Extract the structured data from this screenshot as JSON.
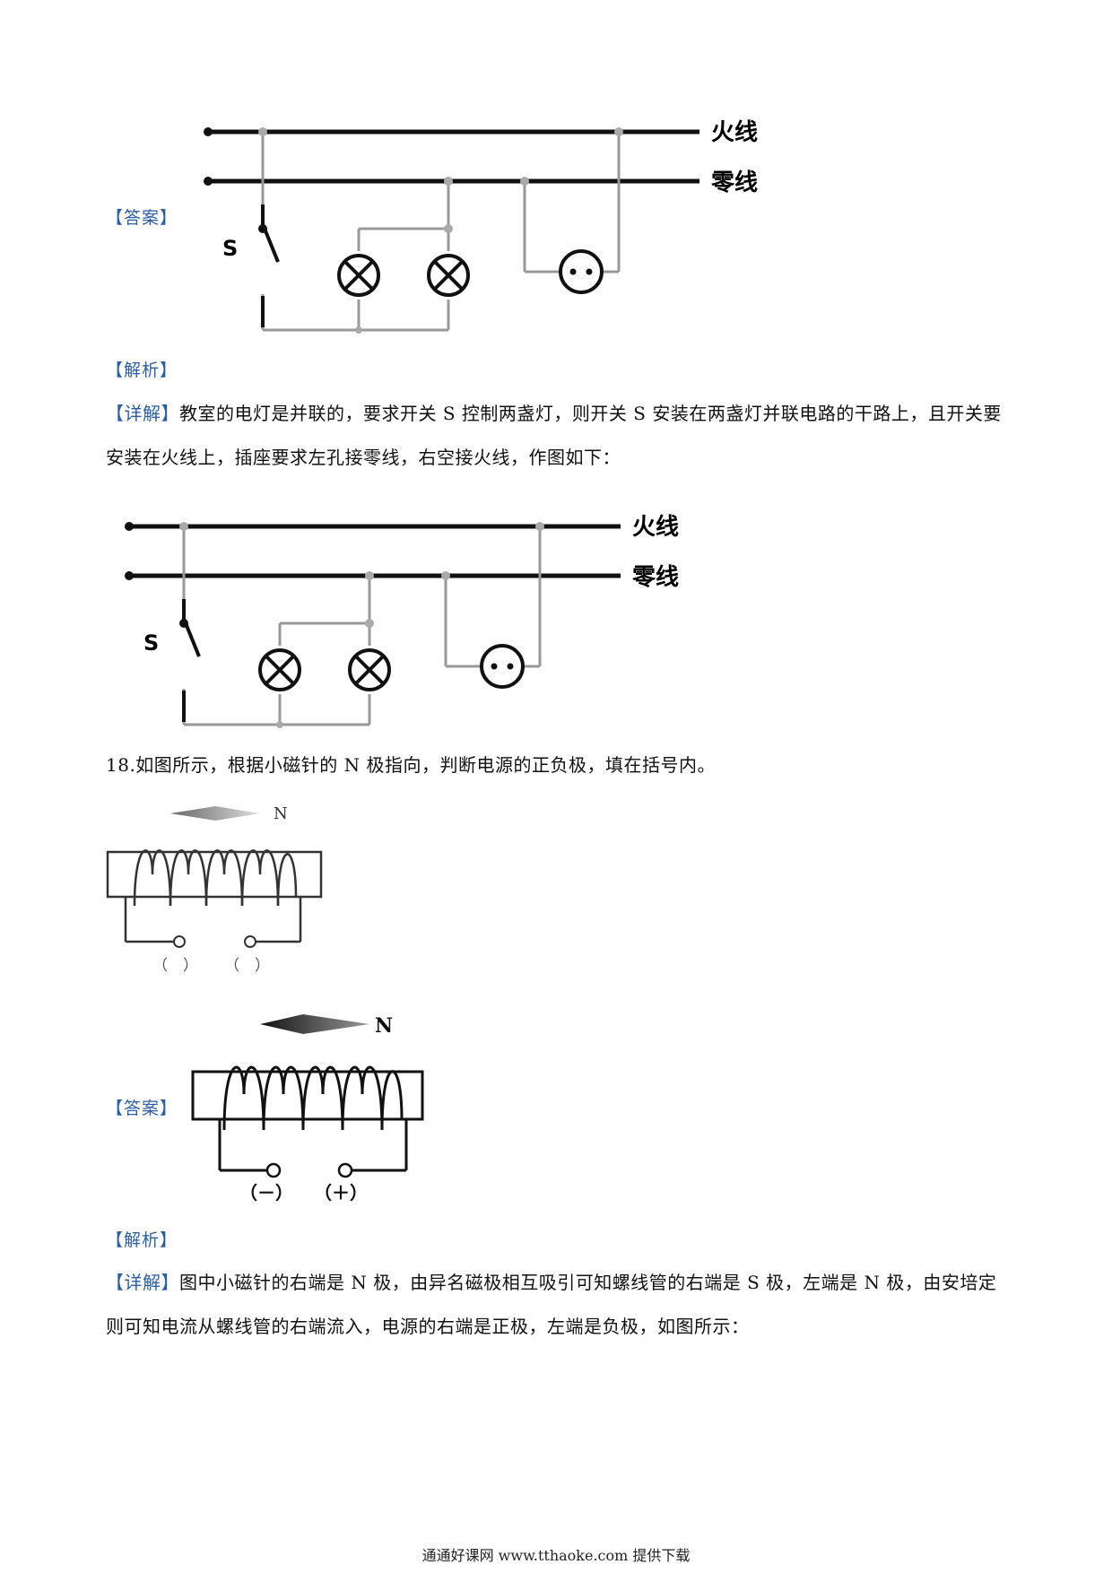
{
  "sections": {
    "answer_tag": "【答案】",
    "analysis_tag": "【解析】",
    "detail_tag": "【详解】"
  },
  "circuit": {
    "live_wire": "火线",
    "neutral_wire": "零线",
    "switch_label": "S"
  },
  "detail1": {
    "text": "教室的电灯是并联的，要求开关 S 控制两盏灯，则开关 S 安装在两盏灯并联电路的干路上，且开关要安装在火线上，插座要求左孔接零线，右空接火线，作图如下："
  },
  "question18": {
    "text": "18.如图所示，根据小磁针的 N 极指向，判断电源的正负极，填在括号内。",
    "north_label": "N",
    "left_bracket": "（　）",
    "right_bracket": "（　）"
  },
  "answer18": {
    "north_label": "N",
    "left_terminal": "（－）",
    "right_terminal": "（＋）"
  },
  "detail2": {
    "text": "图中小磁针的右端是 N 极，由异名磁极相互吸引可知螺线管的右端是 S 极，左端是 N 极，由安培定则可知电流从螺线管的右端流入，电源的右端是正极，左端是负极，如图所示："
  },
  "footer": {
    "text": "通通好课网  www.tthaoke.com  提供下载"
  }
}
